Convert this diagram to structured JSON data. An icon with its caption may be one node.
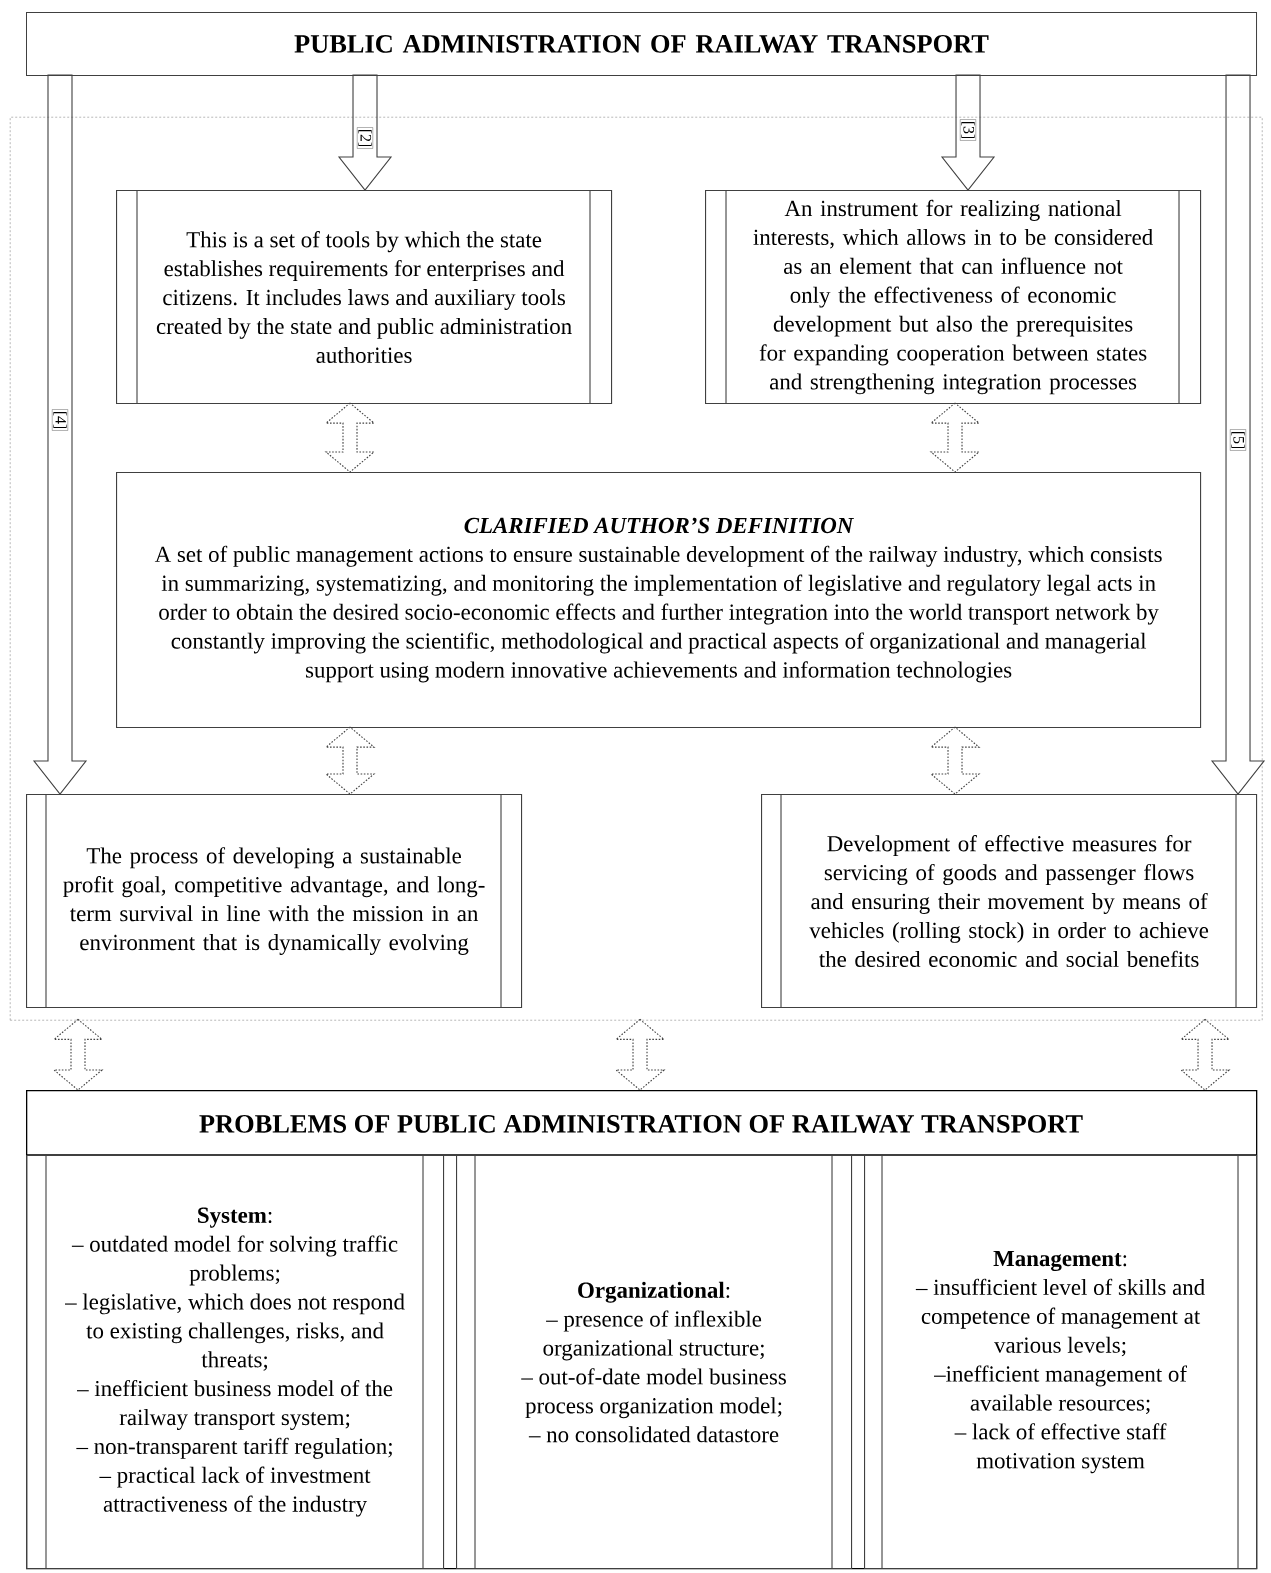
{
  "diagram": {
    "nodes": [
      {
        "text": [
          "PUBLIC ADMINISTRATION OF RAILWAY TRANSPORT"
        ]
      },
      {
        "text": [],
        "shape": "box"
      },
      {
        "text": [
          "This is a set of tools by which the state establishes requirements for enterprises and citizens. It includes laws and auxiliary tools created by the state and public administration authorities"
        ],
        "in": 1
      },
      {
        "text": [
          "An instrument for realizing national interests, which allows in to be considered as an element that can influence not only the effectiveness of economic development but also the prerequisites for expanding cooperation between states and strengthening integration processes"
        ],
        "in": 1
      },
      {
        "text": [
          "CLARIFIED AUTHOR’S DEFINITION",
          "A set of public management actions to ensure sustainable development of the railway industry, which consists in summarizing, systematizing, and monitoring the implementation of legislative and regulatory legal acts in order to obtain the desired socio-economic effects and further integration into the world transport network by constantly improving the scientific, methodological and practical aspects of organizational and managerial support using modern innovative achievements and information technologies"
        ],
        "in": 1
      },
      {
        "text": [
          "The process of developing a sustainable profit goal, competitive advantage, and long-term survival in line with the mission in an environment that is dynamically evolving"
        ],
        "in": 1
      },
      {
        "text": [
          "Development of effective measures for servicing of goods and passenger flows and ensuring their movement by means of vehicles (rolling stock) in order to achieve the desired economic and social benefits"
        ],
        "in": 1
      },
      {
        "text": [
          "PROBLEMS OF PUBLIC ADMINISTRATION OF RAILWAY TRANSPORT"
        ]
      },
      {
        "text": [
          "**System**:",
          "– outdated model for solving traffic problems;",
          "– legislative, which does not respond to existing challenges, risks, and threats;",
          "– inefficient business model of the railway transport system;",
          "– non-transparent tariff regulation;",
          "– practical lack of investment attractiveness of the industry"
        ],
        "in": 7
      },
      {
        "text": [
          "**Organizational**:",
          "– presence of inflexible organizational structure;",
          "– out-of-date model business process organization model;",
          "– no consolidated datastore"
        ],
        "in": 7
      },
      {
        "text": [
          "**Management**:",
          "– insufficient level of skills and competence of management at various levels;",
          "–inefficient management of available resources;",
          "– lack of effective staff motivation system"
        ],
        "in": 7
      }
    ],
    "edges": [
      {
        "from": 0,
        "to": 2,
        "arrow": "to",
        "label": "[2]"
      },
      {
        "from": 0,
        "to": 3,
        "arrow": "to",
        "label": "[3]"
      },
      {
        "from": 0,
        "to": 5,
        "arrow": "to",
        "label": "[4]"
      },
      {
        "from": 0,
        "to": 6,
        "arrow": "to",
        "label": "[5]"
      },
      {
        "from": 2,
        "to": 4,
        "arrow": "both",
        "style": "dashed"
      },
      {
        "from": 3,
        "to": 4,
        "arrow": "both",
        "style": "dashed"
      },
      {
        "from": 4,
        "to": 5,
        "arrow": "both",
        "style": "dashed"
      },
      {
        "from": 4,
        "to": 6,
        "arrow": "both",
        "style": "dashed"
      },
      {
        "from": 1,
        "to": 7,
        "arrow": "both",
        "style": "dashed"
      },
      {
        "from": 1,
        "to": 7,
        "arrow": "both",
        "style": "dashed"
      },
      {
        "from": 1,
        "to": 7,
        "arrow": "both",
        "style": "dashed"
      }
    ]
  }
}
